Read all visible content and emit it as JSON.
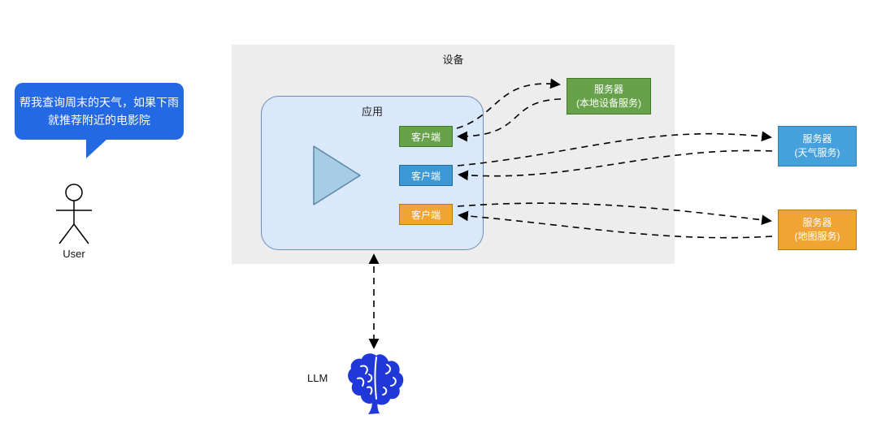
{
  "user": {
    "speech_lines": [
      "帮我查询周末的天气，如果下雨",
      "就推荐附近的电影院"
    ],
    "label": "User",
    "bubble_color": "#2269e3"
  },
  "device": {
    "label": "设备",
    "app": {
      "label": "应用",
      "clients": [
        {
          "label": "客户端",
          "color": "#67a24b"
        },
        {
          "label": "客户端",
          "color": "#3d99d5"
        },
        {
          "label": "客户端",
          "color": "#efa434"
        }
      ]
    },
    "local_server": {
      "title": "服务器",
      "subtitle": "(本地设备服务)",
      "color": "#67a24b"
    }
  },
  "external_servers": [
    {
      "title": "服务器",
      "subtitle": "(天气服务)",
      "color": "#46a0dc"
    },
    {
      "title": "服务器",
      "subtitle": "(地图服务)",
      "color": "#efa434"
    }
  ],
  "llm": {
    "label": "LLM",
    "brain_color": "#2038d8"
  }
}
